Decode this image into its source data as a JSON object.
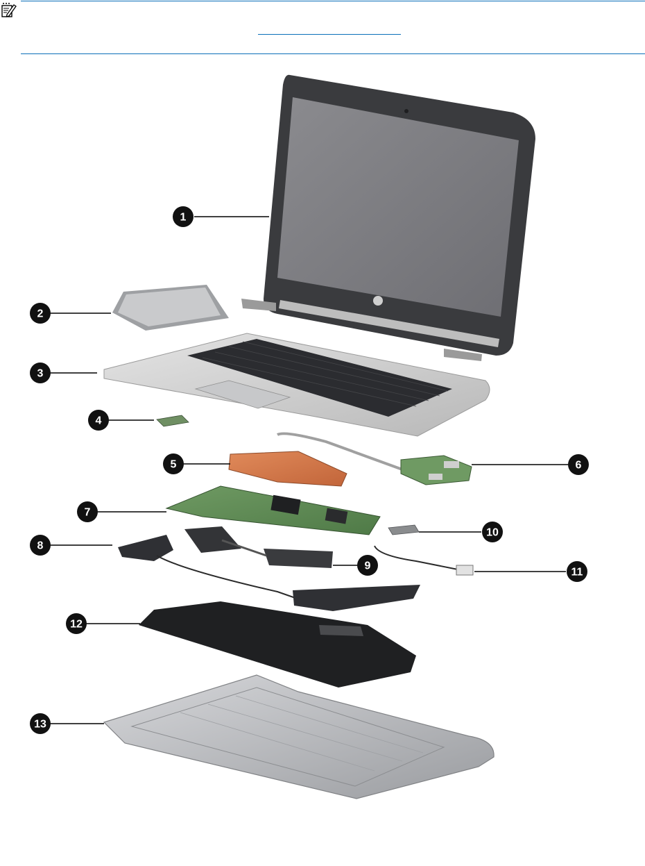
{
  "header": {
    "note_icon": "note-icon",
    "link_text": ""
  },
  "colors": {
    "rule": "#0a6fb8",
    "callout_fill": "#111111",
    "callout_text": "#ffffff"
  },
  "callouts": [
    {
      "label": "1",
      "component": "display-assembly"
    },
    {
      "label": "2",
      "component": "touchpad"
    },
    {
      "label": "3",
      "component": "top-cover-keyboard"
    },
    {
      "label": "4",
      "component": "small-board"
    },
    {
      "label": "5",
      "component": "heat-sink"
    },
    {
      "label": "6",
      "component": "usb-board-cable"
    },
    {
      "label": "7",
      "component": "system-board"
    },
    {
      "label": "8",
      "component": "speakers"
    },
    {
      "label": "9",
      "component": "fan-assembly"
    },
    {
      "label": "10",
      "component": "wlan-module"
    },
    {
      "label": "11",
      "component": "power-connector-cable"
    },
    {
      "label": "12",
      "component": "battery"
    },
    {
      "label": "13",
      "component": "base-enclosure"
    }
  ]
}
